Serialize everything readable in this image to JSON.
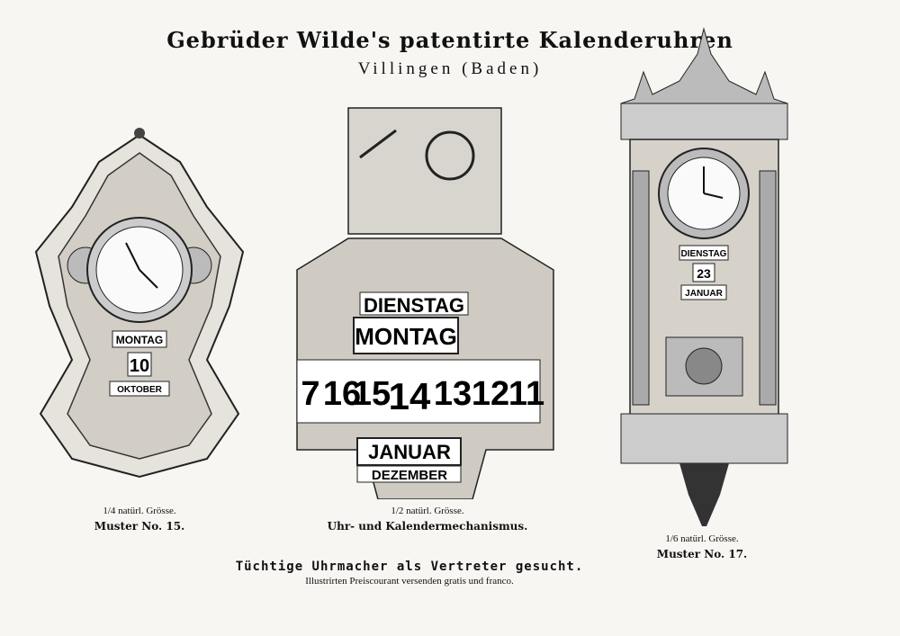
{
  "header": {
    "title": "Gebrüder Wilde's patentirte Kalenderuhren",
    "subtitle": "Villingen (Baden)"
  },
  "clocks": [
    {
      "scale": "1/4 natürl. Grösse.",
      "model": "Muster No. 15.",
      "day": "MONTAG",
      "date": "10",
      "month": "OKTOBER"
    },
    {
      "scale": "1/2 natürl. Grösse.",
      "model": "Uhr- und Kalendermechanismus.",
      "day_prev": "DIENSTAG",
      "day": "MONTAG",
      "dates": [
        "7",
        "16",
        "15",
        "14",
        "13",
        "12",
        "11"
      ],
      "month": "JANUAR",
      "month_prev": "DEZEMBER"
    },
    {
      "scale": "1/6 natürl. Grösse.",
      "model": "Muster No. 17.",
      "day": "DIENSTAG",
      "date": "23",
      "month": "JANUAR"
    }
  ],
  "footer": {
    "slogan": "Tüchtige Uhrmacher als Vertreter gesucht.",
    "note": "Illustrirten Preiscourant versenden gratis und franco."
  }
}
